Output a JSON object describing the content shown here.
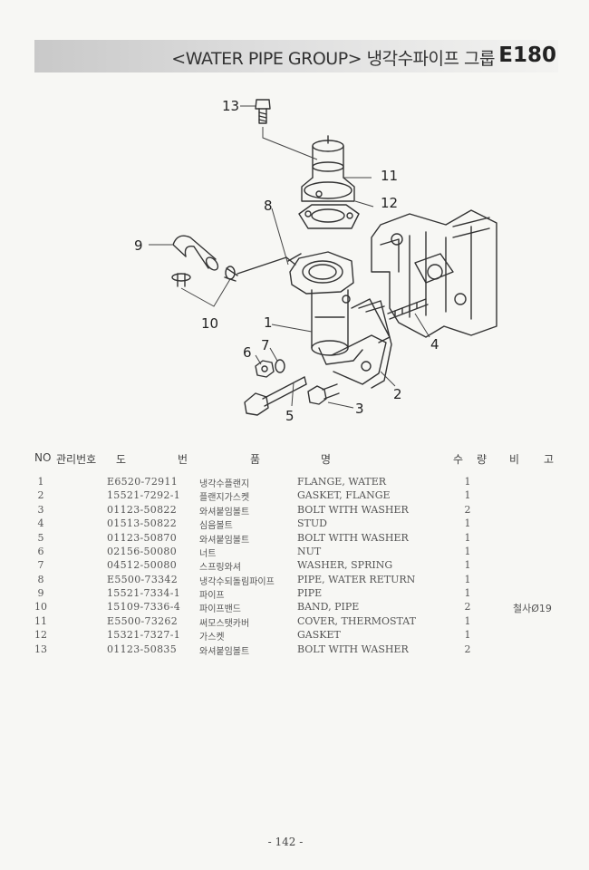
{
  "header": {
    "title": "<WATER PIPE GROUP> 냉각수파이프 그룹",
    "code": "E180"
  },
  "diagram": {
    "callouts": [
      "13",
      "11",
      "12",
      "8",
      "9",
      "10",
      "1",
      "4",
      "6",
      "7",
      "2",
      "5",
      "3"
    ]
  },
  "table": {
    "headers": {
      "no": "NO",
      "part_no": "관리번호",
      "kr_1": "도",
      "kr_2": "번",
      "name_1": "품",
      "name_2": "명",
      "qty_1": "수",
      "qty_2": "량",
      "rem_1": "비",
      "rem_2": "고"
    },
    "rows": [
      {
        "no": "1",
        "part": "E6520-72911",
        "kr": "냉각수플랜지",
        "en": "FLANGE, WATER",
        "qty": "1",
        "rem": ""
      },
      {
        "no": "2",
        "part": "15521-7292-1",
        "kr": "플랜지가스켓",
        "en": "GASKET, FLANGE",
        "qty": "1",
        "rem": ""
      },
      {
        "no": "3",
        "part": "01123-50822",
        "kr": "와셔붙임볼트",
        "en": "BOLT WITH WASHER",
        "qty": "2",
        "rem": ""
      },
      {
        "no": "4",
        "part": "01513-50822",
        "kr": "심음볼트",
        "en": "STUD",
        "qty": "1",
        "rem": ""
      },
      {
        "no": "5",
        "part": "01123-50870",
        "kr": "와셔붙임볼트",
        "en": "BOLT WITH WASHER",
        "qty": "1",
        "rem": ""
      },
      {
        "no": "6",
        "part": "02156-50080",
        "kr": "너트",
        "en": "NUT",
        "qty": "1",
        "rem": ""
      },
      {
        "no": "7",
        "part": "04512-50080",
        "kr": "스프링와셔",
        "en": "WASHER, SPRING",
        "qty": "1",
        "rem": ""
      },
      {
        "no": "8",
        "part": "E5500-73342",
        "kr": "냉각수되돌림파이프",
        "en": "PIPE, WATER RETURN",
        "qty": "1",
        "rem": ""
      },
      {
        "no": "9",
        "part": "15521-7334-1",
        "kr": "파이프",
        "en": "PIPE",
        "qty": "1",
        "rem": ""
      },
      {
        "no": "10",
        "part": "15109-7336-4",
        "kr": "파이프밴드",
        "en": "BAND, PIPE",
        "qty": "2",
        "rem": "철사Ø19"
      },
      {
        "no": "11",
        "part": "E5500-73262",
        "kr": "써모스탯카버",
        "en": "COVER, THERMOSTAT",
        "qty": "1",
        "rem": ""
      },
      {
        "no": "12",
        "part": "15321-7327-1",
        "kr": "가스켓",
        "en": "GASKET",
        "qty": "1",
        "rem": ""
      },
      {
        "no": "13",
        "part": "01123-50835",
        "kr": "와셔붙임볼트",
        "en": "BOLT WITH WASHER",
        "qty": "2",
        "rem": ""
      }
    ]
  },
  "footer": {
    "page": "- 142 -"
  }
}
